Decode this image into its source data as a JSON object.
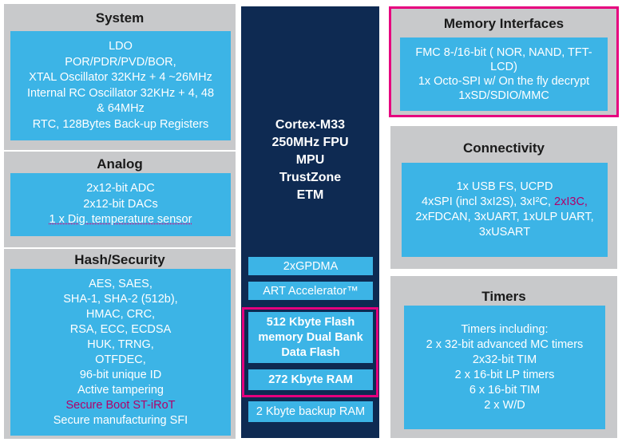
{
  "colors": {
    "panel_bg": "#c8c9cb",
    "box_bg": "#3cb4e6",
    "core_bg": "#0e2a52",
    "highlight": "#e6007e",
    "accent_text": "#b0006a"
  },
  "system": {
    "title": "System",
    "lines": [
      "LDO",
      "POR/PDR/PVD/BOR,",
      "XTAL Oscillator 32KHz + 4 ~26MHz",
      "Internal RC Oscillator 32KHz + 4, 48",
      "& 64MHz",
      "RTC, 128Bytes Back-up Registers"
    ]
  },
  "analog": {
    "title": "Analog",
    "lines": [
      "2x12-bit ADC",
      "2x12-bit DACs",
      "1 x Dig. temperature sensor"
    ]
  },
  "hash_security": {
    "title": "Hash/Security",
    "lines": [
      "AES, SAES,",
      "SHA-1, SHA-2 (512b),",
      "HMAC, CRC,",
      "RSA, ECC, ECDSA",
      "HUK, TRNG,",
      "OTFDEC,",
      "96-bit unique ID",
      "Active tampering"
    ],
    "highlight_line": "Secure Boot ST-iRoT",
    "last_line": "Secure manufacturing SFI"
  },
  "core": {
    "lines": [
      "Cortex-M33",
      "250MHz  FPU",
      "MPU",
      "TrustZone",
      "ETM"
    ],
    "gpdma": "2xGPDMA",
    "art": "ART Accelerator™",
    "flash": [
      "512 Kbyte Flash",
      "memory  Dual Bank",
      "Data Flash"
    ],
    "ram": "272 Kbyte RAM",
    "backup_ram": "2 Kbyte backup RAM"
  },
  "memory_interfaces": {
    "title": "Memory Interfaces",
    "lines": [
      "FMC 8-/16-bit ( NOR, NAND, TFT-",
      "LCD)",
      "1x Octo-SPI w/ On the fly decrypt",
      "1xSD/SDIO/MMC"
    ]
  },
  "connectivity": {
    "title": "Connectivity",
    "line1": "1x USB FS, UCPD",
    "line2_start": "4xSPI (incl 3xI2S), 3xI²C, ",
    "line2_highlight": "2xI3C,",
    "line3": "2xFDCAN, 3xUART, 1xULP UART,",
    "line4": "3xUSART"
  },
  "timers": {
    "title": "Timers",
    "lines": [
      "Timers including:",
      "2 x 32-bit advanced MC timers",
      "2x32-bit TIM",
      "2 x 16-bit LP timers",
      "6 x 16-bit TIM",
      "2 x W/D"
    ]
  }
}
